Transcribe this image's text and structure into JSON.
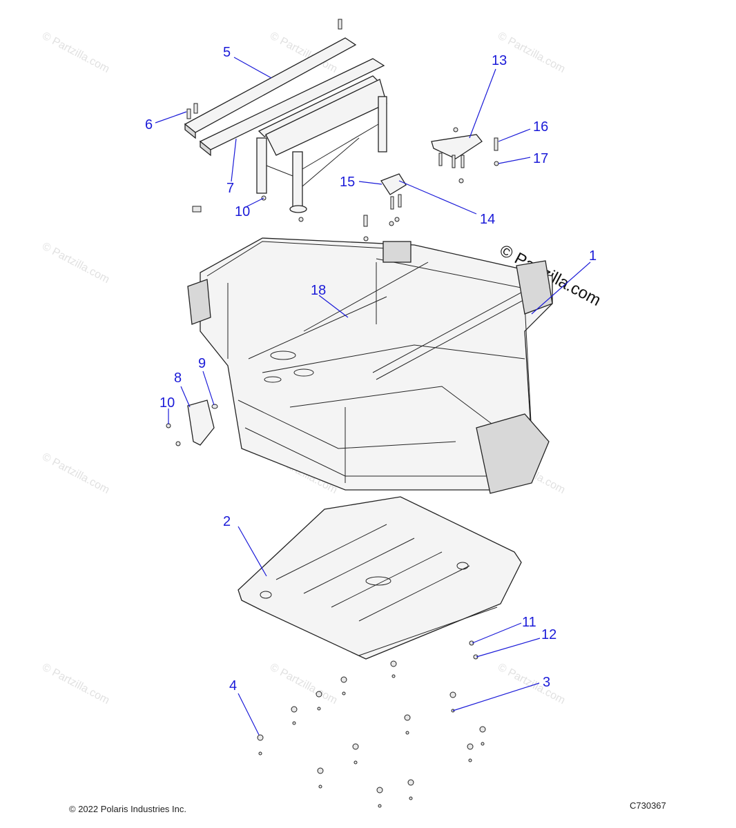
{
  "watermark": {
    "repeated_text": "© Partzilla.com",
    "main_text": "© Partzilla.com"
  },
  "callouts": [
    "1",
    "2",
    "3",
    "4",
    "5",
    "6",
    "7",
    "8",
    "9",
    "10",
    "10",
    "11",
    "12",
    "13",
    "14",
    "15",
    "16",
    "17",
    "18"
  ],
  "footer": {
    "copyright": "© 2022 Polaris Industries Inc.",
    "figure_code": "C730367"
  }
}
